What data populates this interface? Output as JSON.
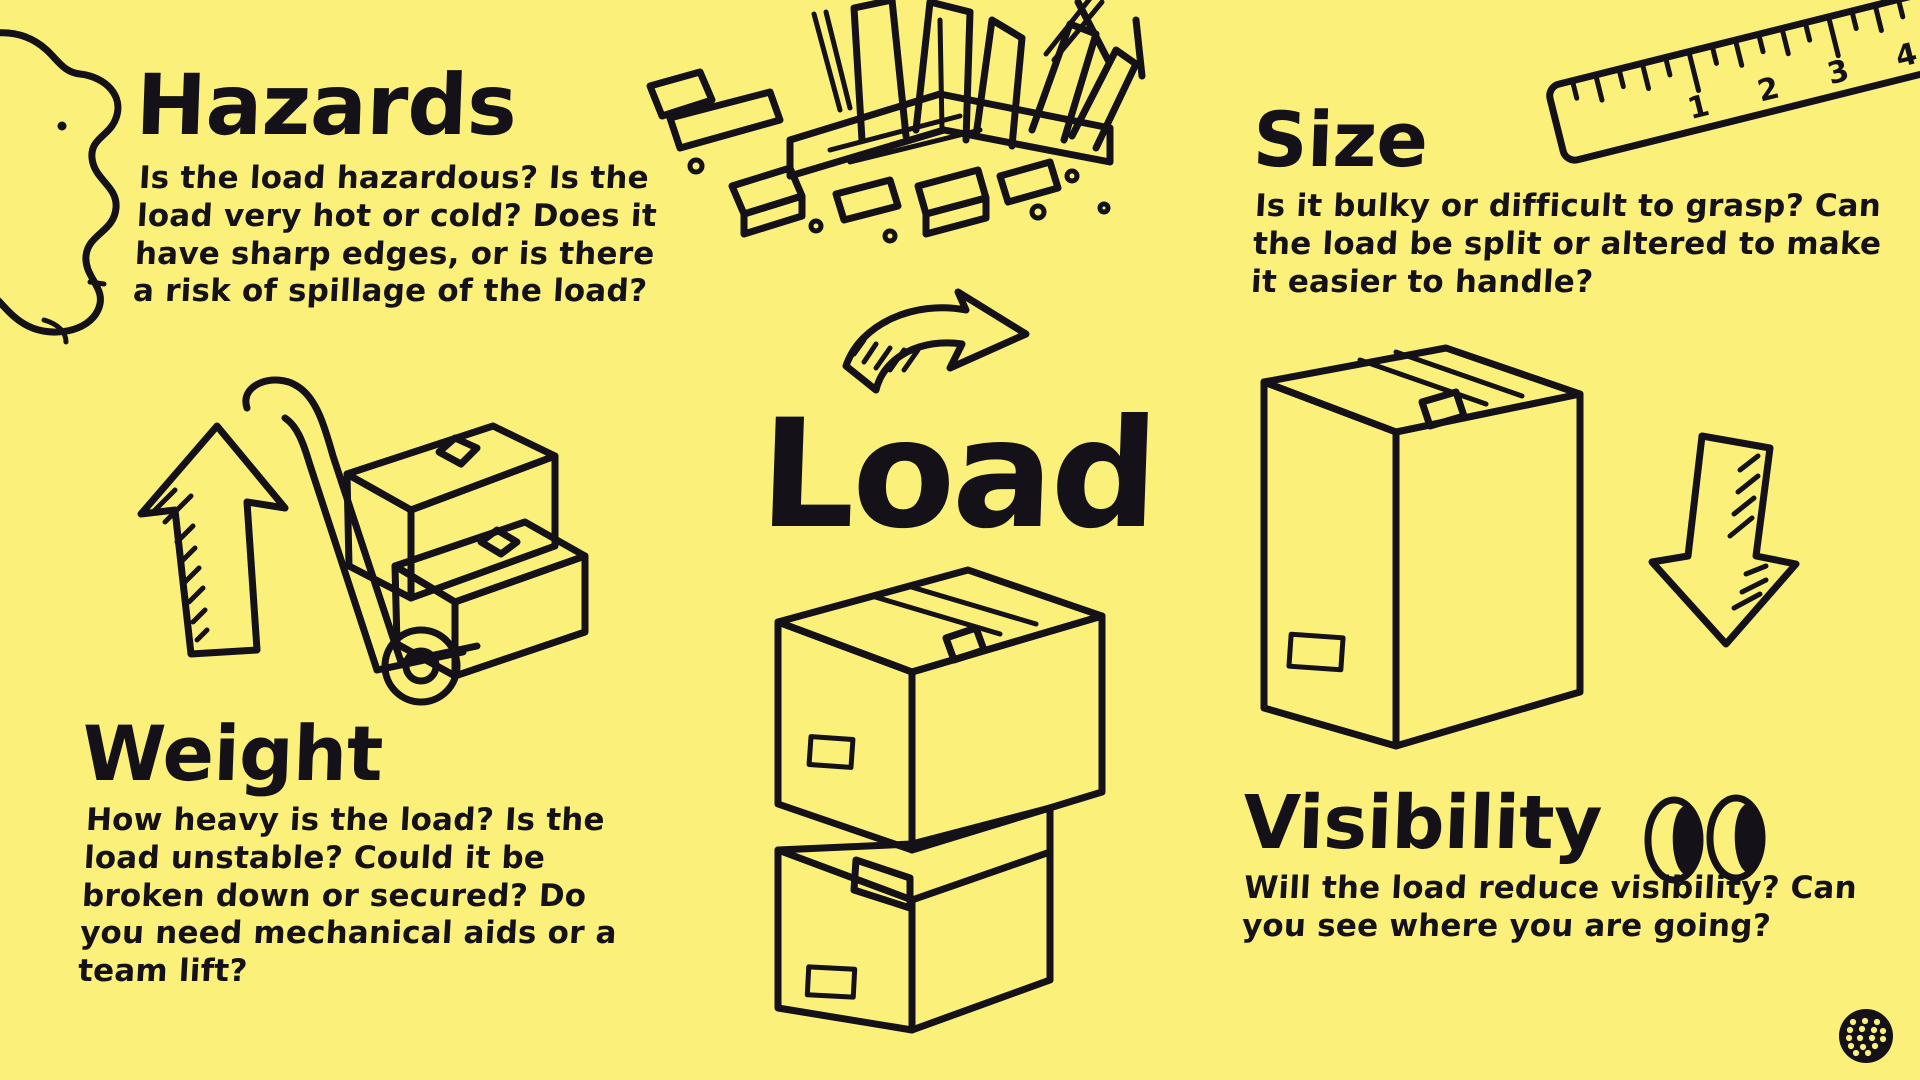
{
  "poster": {
    "background_color": "#faf07a",
    "ink_color": "#141218",
    "center_title": "Load"
  },
  "sections": {
    "hazards": {
      "heading": "Hazards",
      "body": "Is the load hazardous? Is the load very hot or cold? Does it have sharp edges, or is there a risk of spillage of the load?"
    },
    "size": {
      "heading": "Size",
      "body": "Is it bulky or difficult to grasp? Can the load be split or altered to make it easier to handle?"
    },
    "weight": {
      "heading": "Weight",
      "body": "How heavy is the load? Is the load unstable? Could it be broken down or secured? Do you need mechanical aids or a team lift?"
    },
    "visibility": {
      "heading": "Visibility",
      "body": "Will the load reduce visibility? Can you see where you are going?"
    }
  },
  "illustrations": {
    "blob": "spillage-blob",
    "timber_pile": "timber-pile",
    "ruler": "ruler",
    "ruler_marks": [
      "1",
      "2",
      "3",
      "4"
    ],
    "arrow_curved": "curved-arrow",
    "arrow_up": "up-arrow",
    "arrow_down": "down-arrow",
    "trolley": "hand-trolley-with-boxes",
    "boxes_center": "stacked-boxes",
    "box_right": "tall-box",
    "eyes": "eyes-icon",
    "logo": "dot-grid-logo"
  }
}
